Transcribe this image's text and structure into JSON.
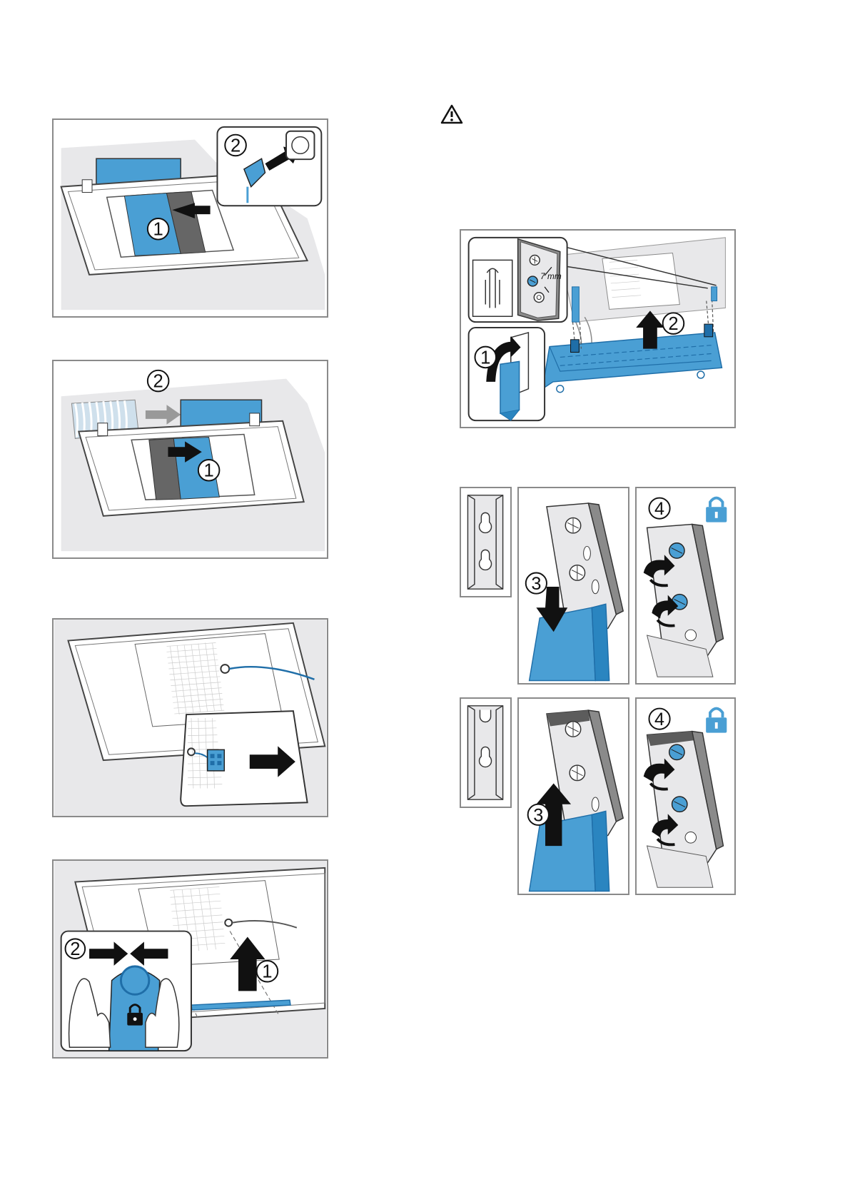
{
  "page": {
    "background": "#ffffff"
  },
  "colors": {
    "accent_blue": "#4a9fd4",
    "dark_blue": "#1f6ea8",
    "light_gray": "#e8e8ea",
    "mid_gray": "#8a8a8a",
    "dark_gray": "#5c5c5c"
  },
  "warning": {
    "icon": "warning-triangle-icon"
  },
  "figures": {
    "fig1": {
      "callouts": [
        "1",
        "2"
      ],
      "icons": [
        "arrow-left-icon",
        "plug-icon",
        "socket-icon"
      ]
    },
    "fig2": {
      "callouts": [
        "1",
        "2"
      ],
      "icons": [
        "arrow-right-icon",
        "duct-icon"
      ]
    },
    "fig3": {
      "callouts": [],
      "icons": [
        "connector-icon",
        "arrow-right-icon"
      ]
    },
    "fig4": {
      "callouts": [
        "1",
        "2"
      ],
      "icons": [
        "arrow-up-icon",
        "press-arrows-icon",
        "lock-icon"
      ]
    },
    "fig5": {
      "callouts": [
        "1",
        "2"
      ],
      "measure": "7 mm",
      "icons": [
        "arrow-up-icon",
        "screw-icon"
      ]
    },
    "fig6": {
      "callouts": [
        "3",
        "4"
      ],
      "icons": [
        "arrow-down-icon",
        "lock-icon",
        "rotate-icon"
      ]
    },
    "fig7": {
      "callouts": [
        "3",
        "4"
      ],
      "icons": [
        "arrow-up-icon",
        "lock-icon",
        "rotate-icon"
      ]
    }
  }
}
